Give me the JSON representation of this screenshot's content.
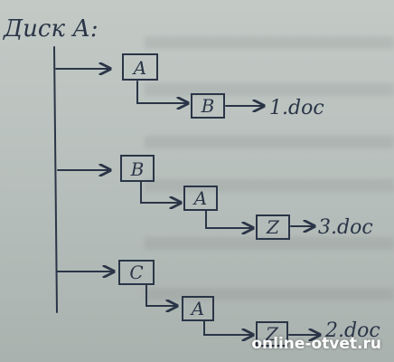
{
  "root": "Диск А:",
  "branches": [
    {
      "folder": "A",
      "sub": "B",
      "file": "1.doc"
    },
    {
      "folder": "B",
      "sub": "A",
      "sub2": "Z",
      "file": "3.doc"
    },
    {
      "folder": "C",
      "sub": "A",
      "sub2": "Z",
      "file": "2.doc"
    }
  ],
  "watermark": "online-otvet.ru",
  "colors": {
    "ink": "#2a3547",
    "paper": "#bfc6c3"
  }
}
